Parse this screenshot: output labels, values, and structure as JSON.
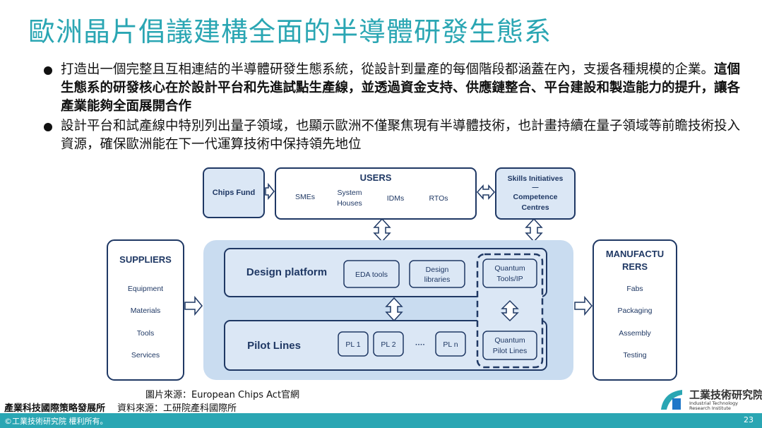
{
  "slide": {
    "title": "歐洲晶片倡議建構全面的半導體研發生態系",
    "page_number": "23",
    "copyright": "©工業技術研究院 權利所有。"
  },
  "bullets": [
    {
      "text_normal": "打造出一個完整且互相連結的半導體研發生態系統，從設計到量產的每個階段都涵蓋在內，支援各種規模的企業。",
      "text_bold": "這個生態系的研發核心在於設計平台和先進試點生產線，並透過資金支持、供應鏈整合、平台建設和製造能力的提升，讓各產業能夠全面展開合作"
    },
    {
      "text_normal": "設計平台和試產線中特別列出量子領域，也顯示歐洲不僅聚焦現有半導體技術，也計畫持續在量子領域等前瞻技術投入資源，確保歐洲能在下一代運算技術中保持領先地位",
      "text_bold": ""
    }
  ],
  "diagram": {
    "colors": {
      "border": "#1f3864",
      "fill": "#dbe7f5",
      "panel": "#c9dcf0",
      "accent": "#2aa6b3"
    },
    "chips_fund": "Chips Fund",
    "users": {
      "title": "USERS",
      "items": [
        "SMEs",
        "System",
        "Houses",
        "IDMs",
        "RTOs"
      ]
    },
    "skills": [
      "Skills Initiatives",
      "—",
      "Competence",
      "Centres"
    ],
    "suppliers": {
      "title": "SUPPLIERS",
      "items": [
        "Equipment",
        "Materials",
        "Tools",
        "Services"
      ]
    },
    "manufacturers": {
      "title_line1": "MANUFACTU",
      "title_line2": "RERS",
      "items": [
        "Fabs",
        "Packaging",
        "Assembly",
        "Testing"
      ]
    },
    "design_platform": {
      "title": "Design platform",
      "eda": "EDA tools",
      "libraries": [
        "Design",
        "libraries"
      ],
      "quantum_tools": [
        "Quantum",
        "Tools/IP"
      ]
    },
    "pilot_lines": {
      "title": "Pilot Lines",
      "items": [
        "PL 1",
        "PL 2",
        "····",
        "PL n"
      ],
      "quantum_pilot": [
        "Quantum",
        "Pilot Lines"
      ]
    }
  },
  "sources": {
    "image_source": "圖片來源：European Chips Act官網",
    "org": "產業科技國際策略發展所",
    "data_source": "資料來源：工研院產科國際所"
  },
  "logo": {
    "name_zh": "工業技術研究院",
    "name_en_line1": "Industrial Technology",
    "name_en_line2": "Research Institute"
  }
}
